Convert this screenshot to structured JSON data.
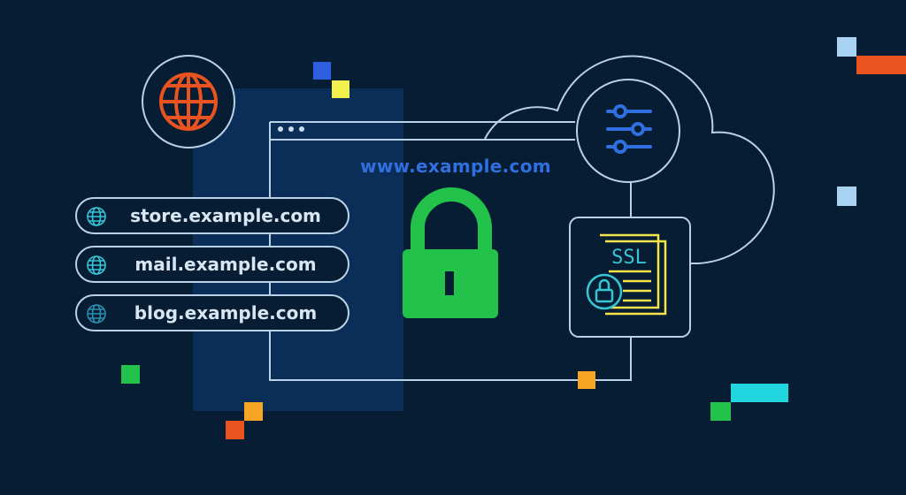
{
  "browser": {
    "address": "www.example.com"
  },
  "subdomains": [
    {
      "label": "store.example.com",
      "icon": "globe-icon"
    },
    {
      "label": "mail.example.com",
      "icon": "globe-icon"
    },
    {
      "label": "blog.example.com",
      "icon": "globe-icon"
    }
  ],
  "certificate": {
    "label": "SSL",
    "icon": "certificate-icon"
  },
  "icons": {
    "globe": "globe-icon",
    "settings": "sliders-icon",
    "lock": "padlock-icon",
    "cloud": "cloud-icon"
  },
  "colors": {
    "background": "#071d33",
    "line": "#b9d2e8",
    "accent_blue": "#2f6fe0",
    "lock_green": "#22c24b",
    "globe_orange": "#e8531f",
    "certificate_yellow": "#f4e64a",
    "certificate_teal": "#36c6d6"
  }
}
